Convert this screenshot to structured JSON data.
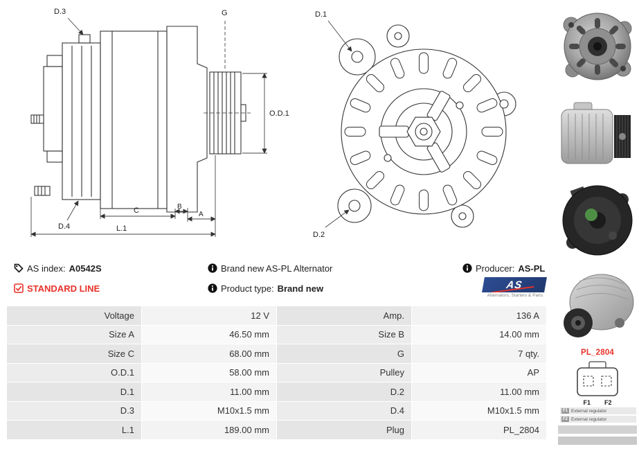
{
  "diagram": {
    "d3": "D.3",
    "d4": "D.4",
    "g": "G",
    "od1": "O.D.1",
    "c": "C",
    "b": "B",
    "a": "A",
    "l1": "L.1",
    "d1": "D.1",
    "d2": "D.2"
  },
  "info": {
    "as_index_label": "AS index:",
    "as_index_value": "A0542S",
    "standard_line": "STANDARD LINE",
    "brand_new": "Brand new AS-PL Alternator",
    "product_type_label": "Product type:",
    "product_type_value": "Brand new",
    "producer_label": "Producer:",
    "producer_value": "AS-PL"
  },
  "logo": {
    "text": "AS",
    "tagline": "Alternators, Starters & Parts"
  },
  "plug": {
    "code": "PL_2804",
    "pin1": "F1",
    "pin2": "F2",
    "legend": [
      {
        "pin": "F1",
        "desc": "External regulator"
      },
      {
        "pin": "F2",
        "desc": "External regulator"
      }
    ]
  },
  "table": {
    "rows": [
      {
        "l_label": "Voltage",
        "l_value": "12 V",
        "r_label": "Amp.",
        "r_value": "136 A"
      },
      {
        "l_label": "Size A",
        "l_value": "46.50 mm",
        "r_label": "Size B",
        "r_value": "14.00 mm"
      },
      {
        "l_label": "Size C",
        "l_value": "68.00 mm",
        "r_label": "G",
        "r_value": "7 qty."
      },
      {
        "l_label": "O.D.1",
        "l_value": "58.00 mm",
        "r_label": "Pulley",
        "r_value": "AP"
      },
      {
        "l_label": "D.1",
        "l_value": "11.00 mm",
        "r_label": "D.2",
        "r_value": "11.00 mm"
      },
      {
        "l_label": "D.3",
        "l_value": "M10x1.5 mm",
        "r_label": "D.4",
        "r_value": "M10x1.5 mm"
      },
      {
        "l_label": "L.1",
        "l_value": "189.00 mm",
        "r_label": "Plug",
        "r_value": "PL_2804"
      }
    ]
  },
  "colors": {
    "accent_red": "#e8322a",
    "logo_blue": "#27458e"
  }
}
